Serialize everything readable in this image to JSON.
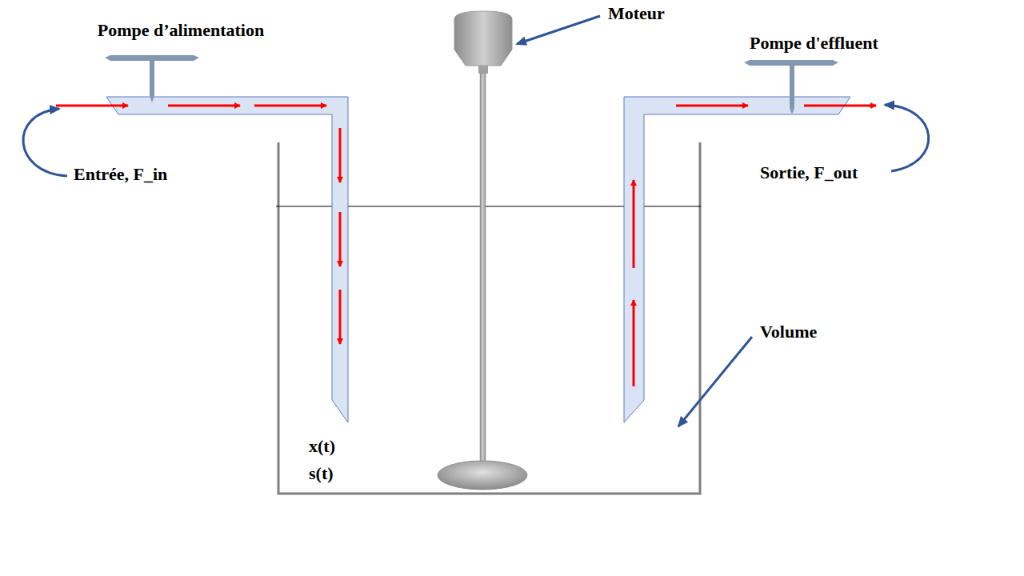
{
  "diagram": {
    "labels": [
      "Pompe d’alimentation",
      "Moteur",
      "Pompe d'effluent",
      "Entrée, F_in",
      "Sortie, F_out",
      "Volume",
      "x(t)",
      "s(t)"
    ]
  }
}
